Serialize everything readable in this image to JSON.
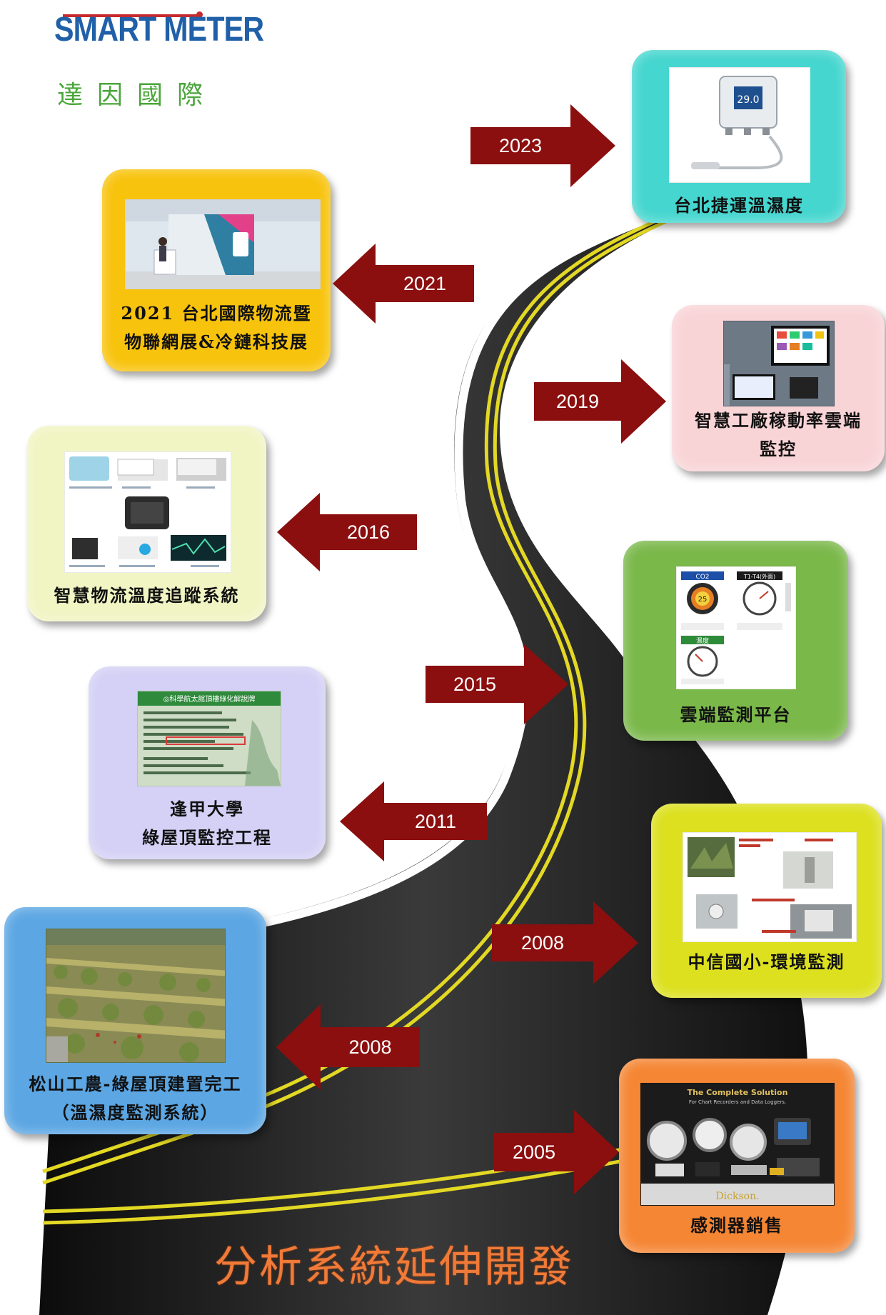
{
  "logo": {
    "brand": "SMART METER",
    "chinese": "達因國際"
  },
  "footer_title": "分析系統延伸開發",
  "timeline": [
    {
      "year": "2023",
      "caption": [
        "台北捷運溫濕度"
      ],
      "card_color": "#45d6cf"
    },
    {
      "year": "2021",
      "caption": [
        "2021 台北國際物流暨",
        "物聯網展&冷鏈科技展"
      ],
      "card_color": "#f8c30c"
    },
    {
      "year": "2019",
      "caption": [
        "智慧工廠稼動率雲端",
        "監控"
      ],
      "card_color": "#f9d4d7"
    },
    {
      "year": "2016",
      "caption": [
        "智慧物流溫度追蹤系統"
      ],
      "card_color": "#f1f5c3"
    },
    {
      "year": "2015",
      "caption": [
        "雲端監測平台"
      ],
      "card_color": "#7ab84a"
    },
    {
      "year": "2011",
      "caption": [
        "逢甲大學",
        "綠屋頂監控工程"
      ],
      "card_color": "#d4d0f6"
    },
    {
      "year": "2008",
      "caption": [
        "中信國小-環境監測"
      ],
      "card_color": "#dce01e"
    },
    {
      "year": "2008",
      "caption": [
        "松山工農-綠屋頂建置完工",
        "（溫濕度監測系統）"
      ],
      "card_color": "#5ba6e3"
    },
    {
      "year": "2005",
      "caption": [
        "感測器銷售"
      ],
      "card_color": "#f58634"
    }
  ],
  "photo_text": {
    "sensor_display": "29.0",
    "gauge_co2": "CO2",
    "gauge_t1": "T1-T4(外面)",
    "gauge_reading": "25",
    "gauge_third": "濕度",
    "dickson_title": "The Complete Solution",
    "dickson_sub": "For Chart Recorders and Data Loggers.",
    "dickson_brand": "Dickson.",
    "sign_title": "◎科學航太館頂樓綠化解說牌"
  },
  "colors": {
    "arrow": "#8b0f0f",
    "road": "#1a1a1a",
    "lane_line": "#e3d824",
    "edge_line": "#ffffff"
  }
}
